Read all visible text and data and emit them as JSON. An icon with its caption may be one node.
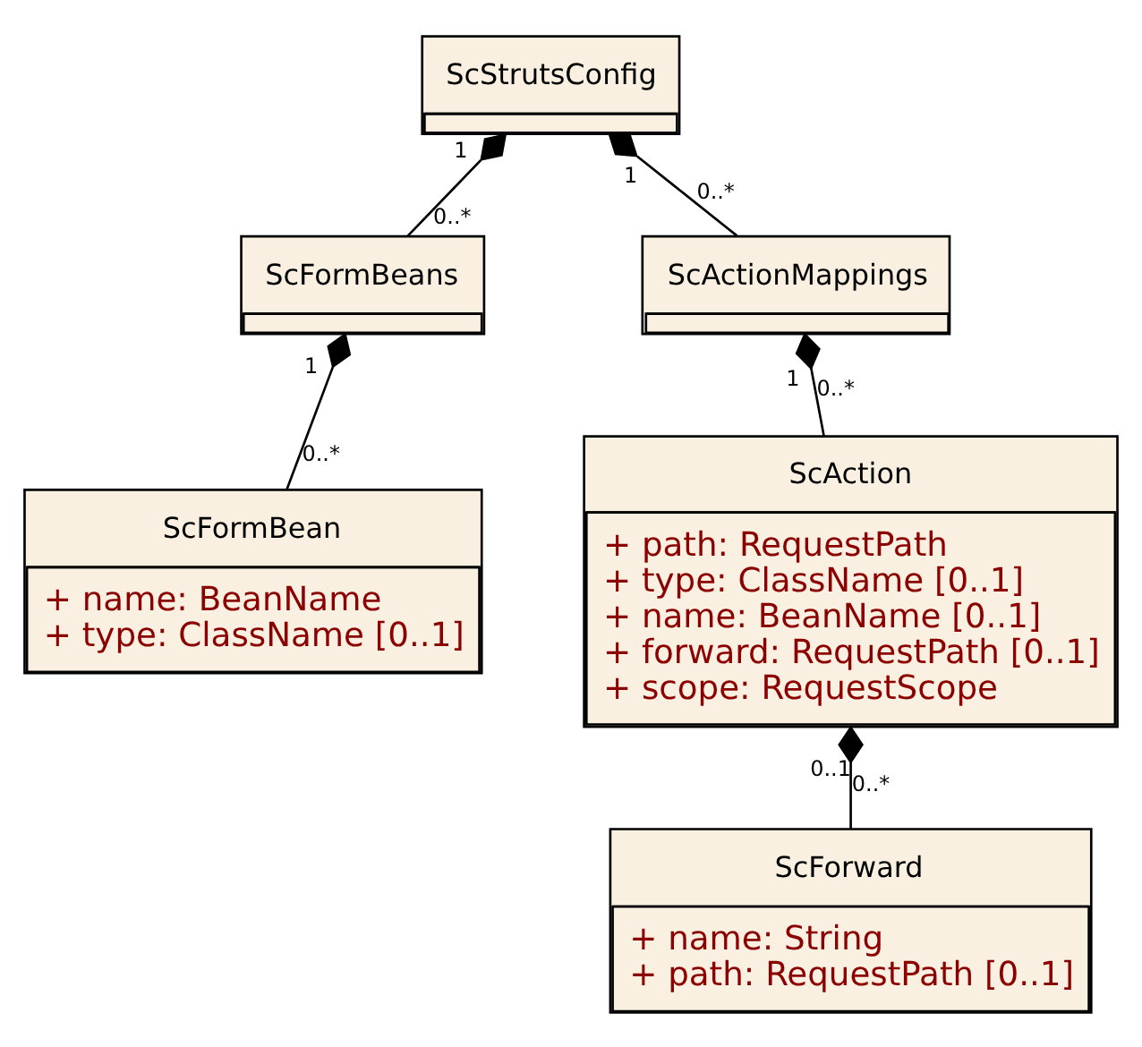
{
  "diagram": {
    "nodes": [
      {
        "text": [
          "ScStrutsConfig"
        ]
      },
      {
        "text": [
          "ScFormBeans"
        ]
      },
      {
        "text": [
          "ScActionMappings"
        ]
      },
      {
        "text": [
          "ScFormBean",
          "+ name: BeanName",
          "+ type: ClassName [0..1]"
        ]
      },
      {
        "text": [
          "ScAction",
          "+ path: RequestPath",
          "+ type: ClassName [0..1]",
          "+ name: BeanName [0..1]",
          "+ forward: RequestPath [0..1]",
          "+ scope: RequestScope"
        ]
      },
      {
        "text": [
          "ScForward",
          "+ name: String",
          "+ path: RequestPath [0..1]"
        ]
      }
    ],
    "edges": [
      {
        "from": 0,
        "to": 1,
        "arrow": "other"
      },
      {
        "from": 0,
        "to": 2,
        "arrow": "other"
      },
      {
        "from": 1,
        "to": 3,
        "arrow": "other"
      },
      {
        "from": 2,
        "to": 4,
        "arrow": "other"
      },
      {
        "from": 4,
        "to": 5,
        "arrow": "other"
      }
    ],
    "labels": [
      "0..*",
      "1",
      "1",
      "0..*",
      "1",
      "0..*",
      "1",
      "0..*",
      "0..1",
      "0..*"
    ]
  }
}
